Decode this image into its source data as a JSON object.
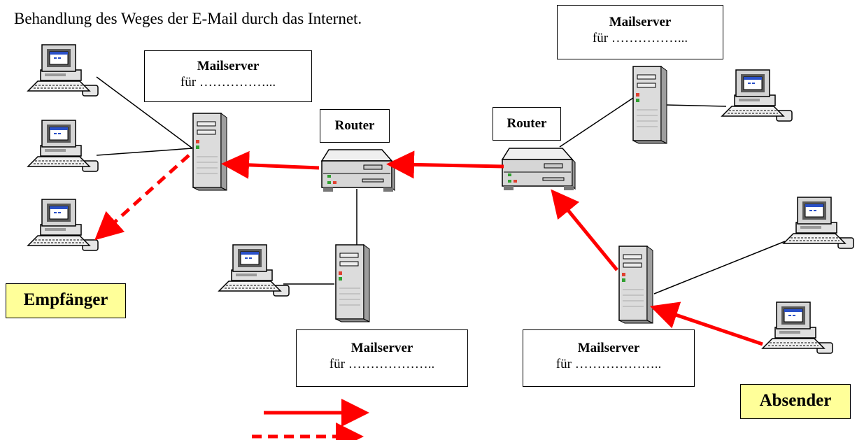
{
  "title": "Behandlung des Weges der E-Mail durch das Internet.",
  "mailserver_boxes": [
    {
      "heading": "Mailserver",
      "subtext": "für ……………..."
    },
    {
      "heading": "Mailserver",
      "subtext": "für ……………..."
    },
    {
      "heading": "Mailserver",
      "subtext": "für ……………….."
    },
    {
      "heading": "Mailserver",
      "subtext": "für ……………….."
    }
  ],
  "routers": [
    {
      "label": "Router"
    },
    {
      "label": "Router"
    }
  ],
  "recipient_label": "Empfänger",
  "sender_label": "Absender",
  "colors": {
    "arrow": "#ff0000",
    "tag_fill": "#ffff99",
    "line": "#000000"
  },
  "icons": [
    "desktop-computer-icon",
    "tower-server-icon",
    "router-icon"
  ]
}
